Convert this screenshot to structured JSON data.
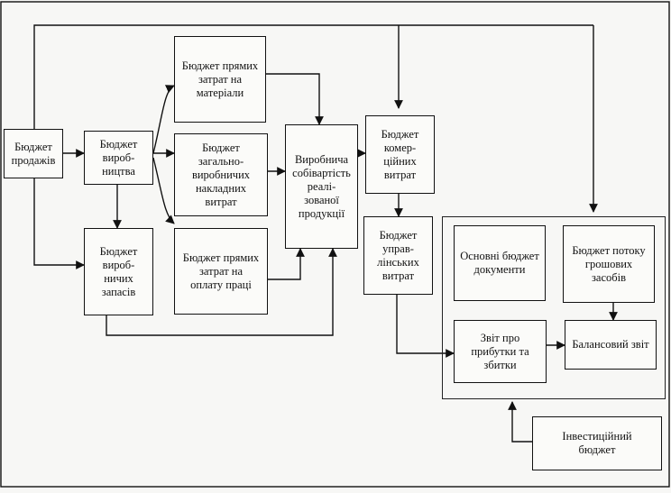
{
  "boxes": {
    "sales": "Бюджет\nпродажів",
    "production": "Бюджет\nвироб-\nництва",
    "inventory": "Бюджет\nвироб-\nничих\nзапасів",
    "materials": "Бюджет прямих\nзатрат на\nматеріали",
    "overhead": "Бюджет\nзагально-\nвиробничих\nнакладних\nвитрат",
    "labor": "Бюджет прямих\nзатрат на\nоплату праці",
    "cost": "Виробнича\nсобівартість\nреалі-\nзованої\nпродукції",
    "commercial": "Бюджет\nкомер-\nційних\nвитрат",
    "admin": "Бюджет\nуправ-\nлінських\nвитрат",
    "main_docs": "Основні бюджет\nдокументи",
    "cashflow": "Бюджет потоку\nгрошових\nзасобів",
    "profit_loss": "Звіт про\nприбутки та\nзбитки",
    "balance": "Балансовий звіт",
    "investment": "Інвестиційний\nбюджет"
  }
}
